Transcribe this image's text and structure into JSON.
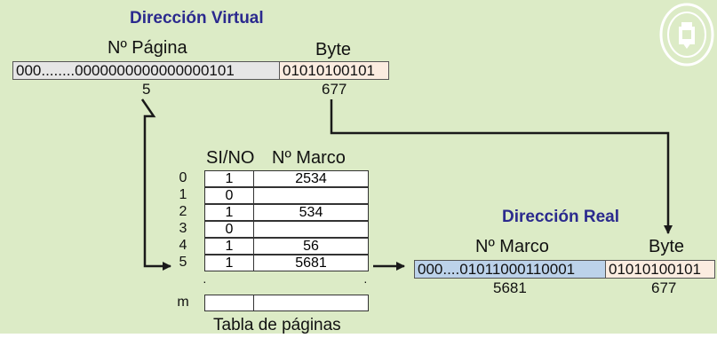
{
  "virtual_address": {
    "title": "Dirección Virtual",
    "page_label": "Nº Página",
    "byte_label": "Byte",
    "page_bits": "000........0000000000000000101",
    "byte_bits": "01010100101",
    "page_value": "5",
    "byte_value": "677"
  },
  "page_table": {
    "col_present": "SI/NO",
    "col_frame": "Nº Marco",
    "caption": "Tabla de páginas",
    "rows": [
      {
        "index": "0",
        "present": "1",
        "frame": "2534"
      },
      {
        "index": "1",
        "present": "0",
        "frame": ""
      },
      {
        "index": "2",
        "present": "1",
        "frame": "534"
      },
      {
        "index": "3",
        "present": "0",
        "frame": ""
      },
      {
        "index": "4",
        "present": "1",
        "frame": "56"
      },
      {
        "index": "5",
        "present": "1",
        "frame": "5681"
      },
      {
        "index": "m",
        "present": "",
        "frame": ""
      }
    ]
  },
  "real_address": {
    "title": "Dirección Real",
    "frame_label": "Nº Marco",
    "byte_label": "Byte",
    "frame_bits": "000....01011000110001",
    "byte_bits": "01010100101",
    "frame_value": "5681",
    "byte_value": "677"
  },
  "colors": {
    "panel_bg": "#dcebc6",
    "title": "#2b2a8e",
    "page_bits_bg": "#e6e6e6",
    "byte_bits_bg": "#fbece0",
    "frame_bits_bg": "#bcd2ea",
    "arrow": "#1a1a1a"
  },
  "logo": {
    "icon": "university-seal-icon"
  }
}
